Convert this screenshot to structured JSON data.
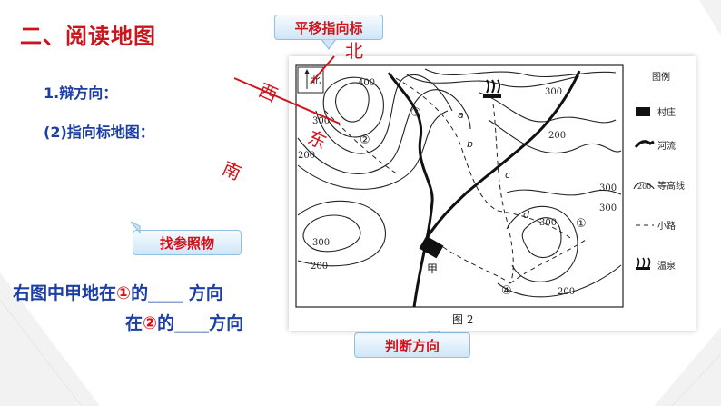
{
  "slide": {
    "title": "二、阅读地图",
    "subheading": "1.辩方向：",
    "subheading2": "(2)指向标地图："
  },
  "callouts": {
    "top": "平移指向标",
    "left": "找参照物",
    "bottom": "判断方向"
  },
  "question": {
    "line1_prefix": "右图中甲地在",
    "line1_marker": "①",
    "line1_suffix": "的____ 方向",
    "line2_prefix": "在",
    "line2_marker": "②",
    "line2_suffix": "的____方向"
  },
  "compass_annotation": {
    "north": "北",
    "west": "西",
    "east": "东",
    "south": "南"
  },
  "map": {
    "north_marker": "北",
    "caption": "图 2",
    "village_label": "甲",
    "points": [
      "①",
      "②",
      "③",
      "④"
    ],
    "letters": [
      "a",
      "b",
      "c",
      "d"
    ],
    "contours": [
      "400",
      "300",
      "300",
      "200",
      "200",
      "300",
      "300",
      "300",
      "200",
      "300",
      "200"
    ],
    "legend_title": "图例",
    "legend": [
      "村庄",
      "河流",
      "等高线",
      "小路",
      "温泉"
    ],
    "legend_contour_value": "200"
  },
  "colors": {
    "title": "#c8161d",
    "blue_text": "#1d3fa3",
    "accent_red": "#d0121b"
  }
}
